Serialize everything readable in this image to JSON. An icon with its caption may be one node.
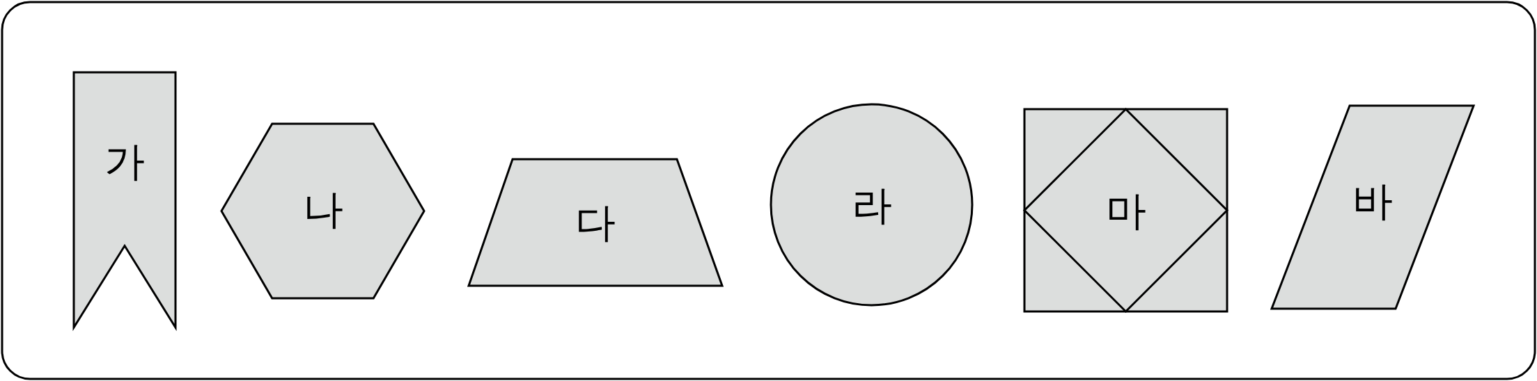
{
  "diagram": {
    "nodes": [
      {
        "text": [
          "가"
        ]
      },
      {
        "text": [
          "나"
        ]
      },
      {
        "text": [
          "다"
        ]
      },
      {
        "text": [
          "라"
        ]
      },
      {
        "text": [
          "마"
        ]
      },
      {
        "text": [
          "바"
        ]
      }
    ]
  }
}
